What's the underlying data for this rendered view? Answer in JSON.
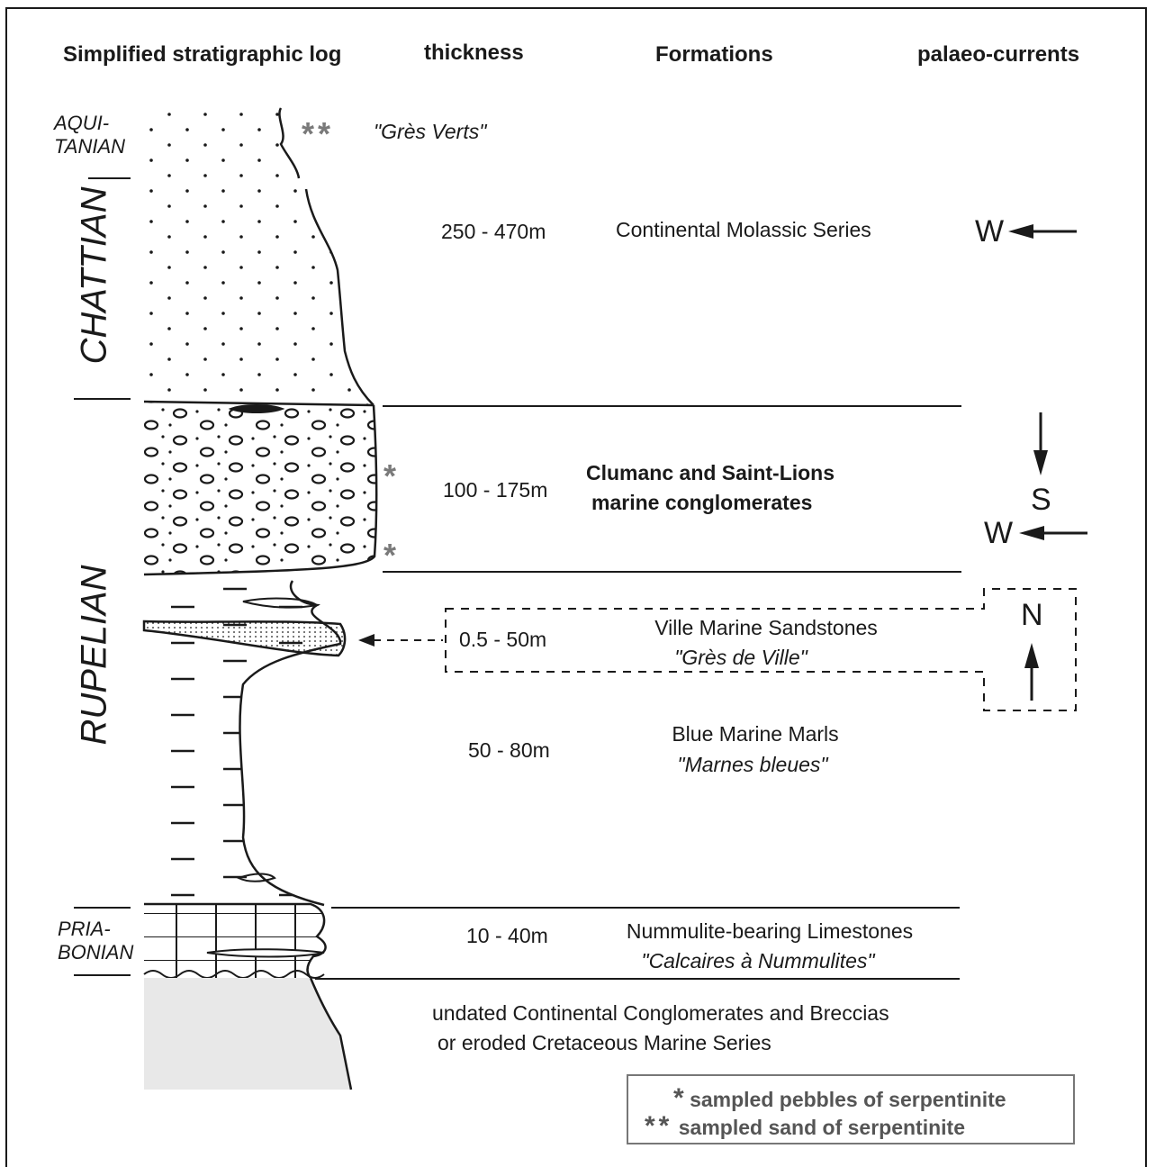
{
  "headers": {
    "log": "Simplified stratigraphic log",
    "thickness": "thickness",
    "formations": "Formations",
    "currents": "palaeo-currents"
  },
  "stages": {
    "aquitanian_1": "AQUI-",
    "aquitanian_2": "TANIAN",
    "chattian": "CHATTIAN",
    "rupelian": "RUPELIAN",
    "priabonian_1": "PRIA-",
    "priabonian_2": "BONIAN"
  },
  "units": {
    "gres_verts": "\"Grès Verts\"",
    "molassic": {
      "thickness": "250 - 470m",
      "name": "Continental Molassic Series"
    },
    "conglomerates": {
      "thickness": "100 - 175m",
      "name_1": "Clumanc and Saint-Lions",
      "name_2": "marine conglomerates"
    },
    "ville": {
      "thickness": "0.5 - 50m",
      "name": "Ville Marine Sandstones",
      "local": "\"Grès de Ville\""
    },
    "marls": {
      "thickness": "50 - 80m",
      "name": "Blue Marine Marls",
      "local": "\"Marnes bleues\""
    },
    "limestones": {
      "thickness": "10 - 40m",
      "name": "Nummulite-bearing Limestones",
      "local": "\"Calcaires à Nummulites\""
    },
    "basement": {
      "line_1": "undated Continental Conglomerates and Breccias",
      "line_2": "or eroded Cretaceous Marine Series"
    }
  },
  "currents": {
    "molassic": "W",
    "conglomerates_1": "S",
    "conglomerates_2": "W",
    "ville": "N"
  },
  "markers": {
    "single": "*",
    "double": "**"
  },
  "legend": {
    "pebbles": "sampled pebbles of serpentinite",
    "sand": "sampled sand of serpentinite"
  },
  "colors": {
    "ink": "#1a1a1a",
    "sample_marker": "#7a7a7a",
    "basement_fill": "#e8e8e8"
  }
}
